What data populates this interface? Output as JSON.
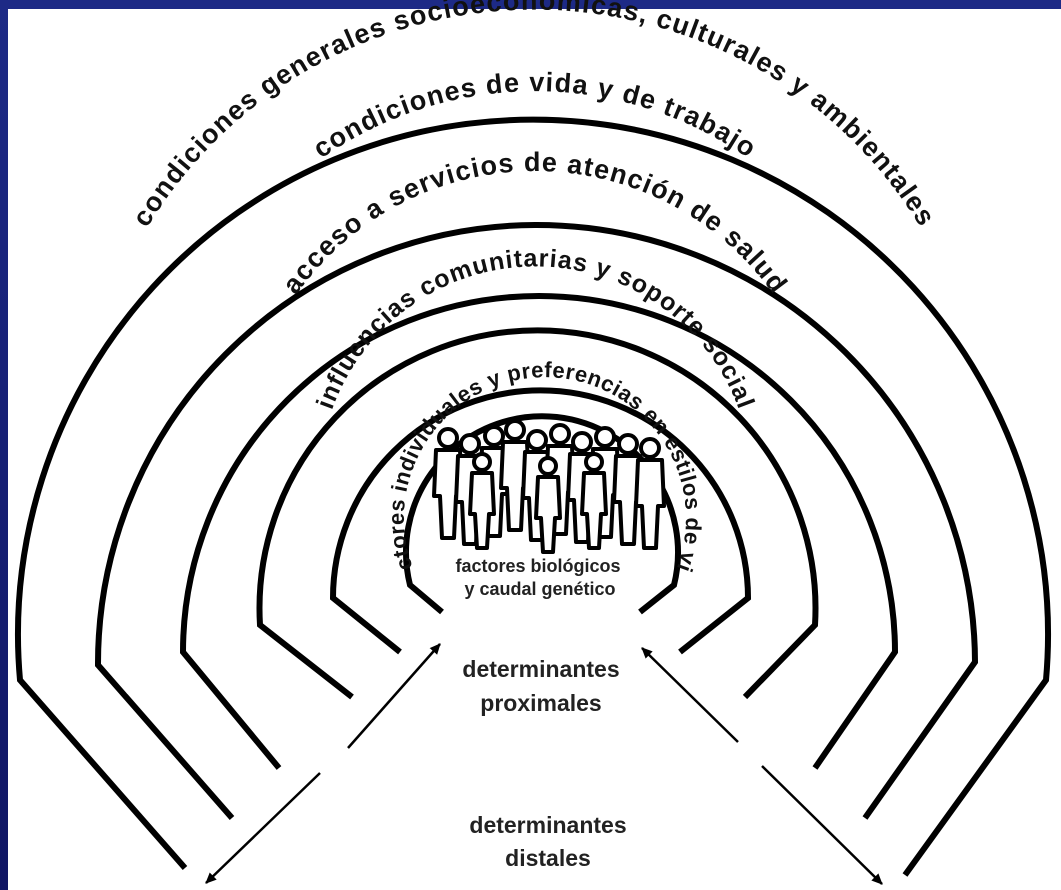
{
  "rings": [
    {
      "label": "condiciones generales socioeconómicas, culturales y ambientales"
    },
    {
      "label": "condiciones de vida y de trabajo"
    },
    {
      "label": "acceso a servicios de atención de salud"
    },
    {
      "label": "influencias comunitarias y soporte social"
    },
    {
      "label": "factores individuales y preferencias en estilos de vida"
    }
  ],
  "center": {
    "line1": "factores biológicos",
    "line2": "y caudal genético",
    "icon": "group-of-people-icon"
  },
  "proximal": {
    "line1": "determinantes",
    "line2": "proximales"
  },
  "distal": {
    "line1": "determinantes",
    "line2": "distales"
  },
  "colors": {
    "background": "#141b6b",
    "panel": "#ffffff",
    "ink": "#000000"
  }
}
